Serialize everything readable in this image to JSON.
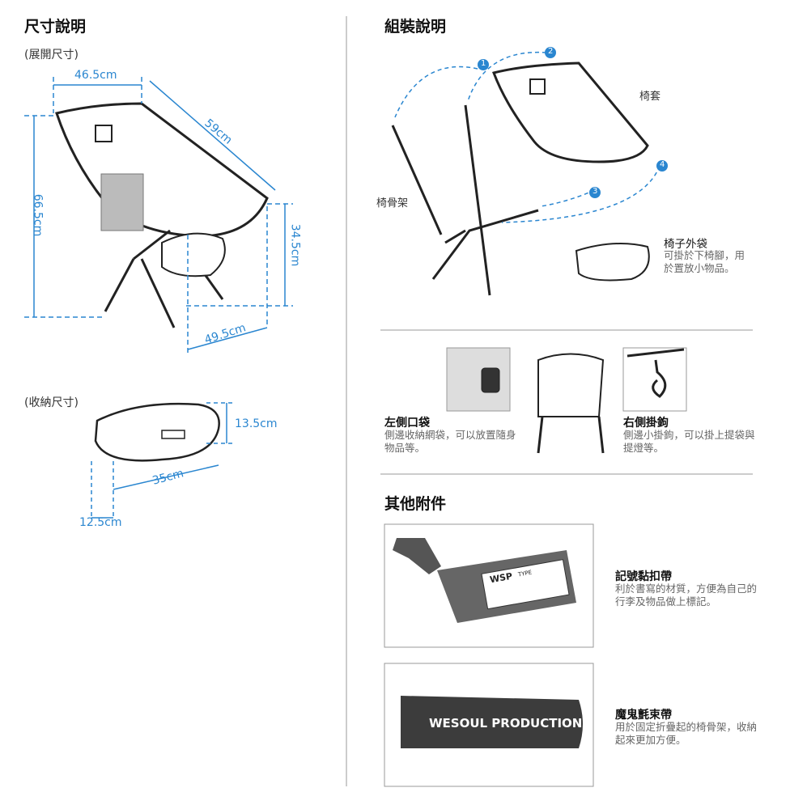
{
  "dimensions": {
    "title": "尺寸說明",
    "unfolded_label": "(展開尺寸)",
    "folded_label": "(收納尺寸)",
    "seat_width": "46.5cm",
    "seat_depth": "59cm",
    "total_height": "66.5cm",
    "seat_height": "34.5cm",
    "base_width": "49.5cm",
    "bag_height": "13.5cm",
    "bag_length": "35cm",
    "bag_depth": "12.5cm",
    "accent_color": "#2a86d0"
  },
  "assembly": {
    "title": "組裝說明",
    "cover_label": "椅套",
    "frame_label": "椅骨架",
    "steps": [
      "1",
      "2",
      "3",
      "4"
    ],
    "bag": {
      "title": "椅子外袋",
      "desc": "可掛於下椅腳，用於置放小物品。"
    }
  },
  "features": [
    {
      "title": "左側口袋",
      "desc": "側邊收納網袋，可以放置隨身物品等。"
    },
    {
      "title": "右側掛鉤",
      "desc": "側邊小掛鉤，可以掛上提袋與提燈等。"
    }
  ],
  "accessories": {
    "title": "其他附件",
    "items": [
      {
        "title": "記號黏扣帶",
        "desc": "利於書寫的材質，方便為自己的行李及物品做上標記。",
        "tag_text": "WSP",
        "tag_type": "TYPE"
      },
      {
        "title": "魔鬼氈束帶",
        "desc": "用於固定折疊起的椅骨架，收納起來更加方便。",
        "strap_text": "WESOUL PRODUCTIONS ®"
      }
    ]
  }
}
